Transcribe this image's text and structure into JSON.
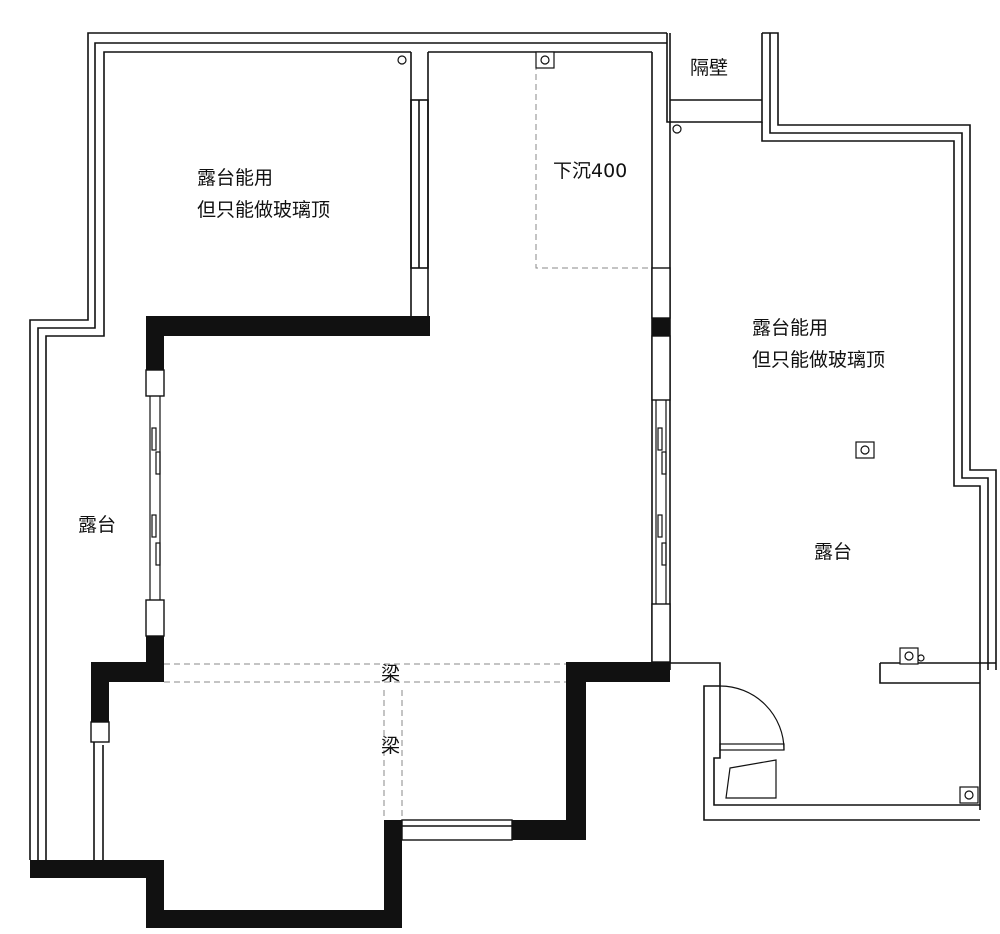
{
  "colors": {
    "wall_solid": "#111111",
    "line": "#111111",
    "background": "#ffffff",
    "dashed": "#8a8a8a"
  },
  "labels": {
    "partition": "隔壁",
    "sunken": "下沉400",
    "terrace_glass_tl_line1": "露台能用",
    "terrace_glass_tl_line2": "但只能做玻璃顶",
    "terrace_glass_right_line1": "露台能用",
    "terrace_glass_right_line2": "但只能做玻璃顶",
    "terrace_left": "露台",
    "terrace_right": "露台",
    "beam_horizontal": "梁",
    "beam_vertical": "梁"
  }
}
